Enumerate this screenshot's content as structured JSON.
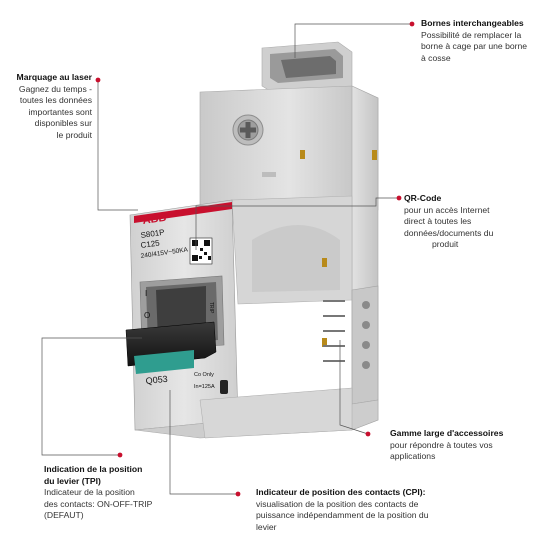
{
  "callouts": {
    "bornes": {
      "title": "Bornes interchangeables",
      "lines": [
        "Possibilité de remplacer la",
        "borne à cage par une borne",
        "à cosse"
      ]
    },
    "laser": {
      "title": "Marquage au laser",
      "lines": [
        "Gagnez du  temps -",
        "toutes les données",
        "importantes sont",
        "disponibles sur",
        "le produit"
      ]
    },
    "qr": {
      "title": "QR-Code",
      "lines": [
        "pour un accès Internet",
        "direct à toutes  les",
        "données/documents du",
        "produit"
      ]
    },
    "gamme": {
      "title": "Gamme large d'accessoires",
      "lines": [
        "pour répondre à toutes vos",
        "applications"
      ]
    },
    "tpi": {
      "title": "Indication de la position",
      "title2": "du levier (TPI)",
      "lines": [
        "Indicateur de la position",
        "des contacts: ON-OFF-TRIP",
        "(DEFAUT)"
      ]
    },
    "cpi": {
      "title": "Indicateur de position des contacts (CPI):",
      "lines": [
        "visualisation de la position des contacts de",
        "puissance indépendamment de la position du",
        "levier"
      ]
    }
  },
  "device": {
    "brand": "ABB",
    "model": "S801P",
    "rating": "C125",
    "voltage": "240/415V~50KA",
    "code": "Q053",
    "co_only": "Co Only",
    "current": "In=125A",
    "trip": "TRIP",
    "on_mark": "I",
    "off_mark": "O"
  },
  "colors": {
    "accent": "#c8102e",
    "leader": "#555555",
    "body": "#d9d9d9",
    "teal": "#2f9d8f"
  }
}
